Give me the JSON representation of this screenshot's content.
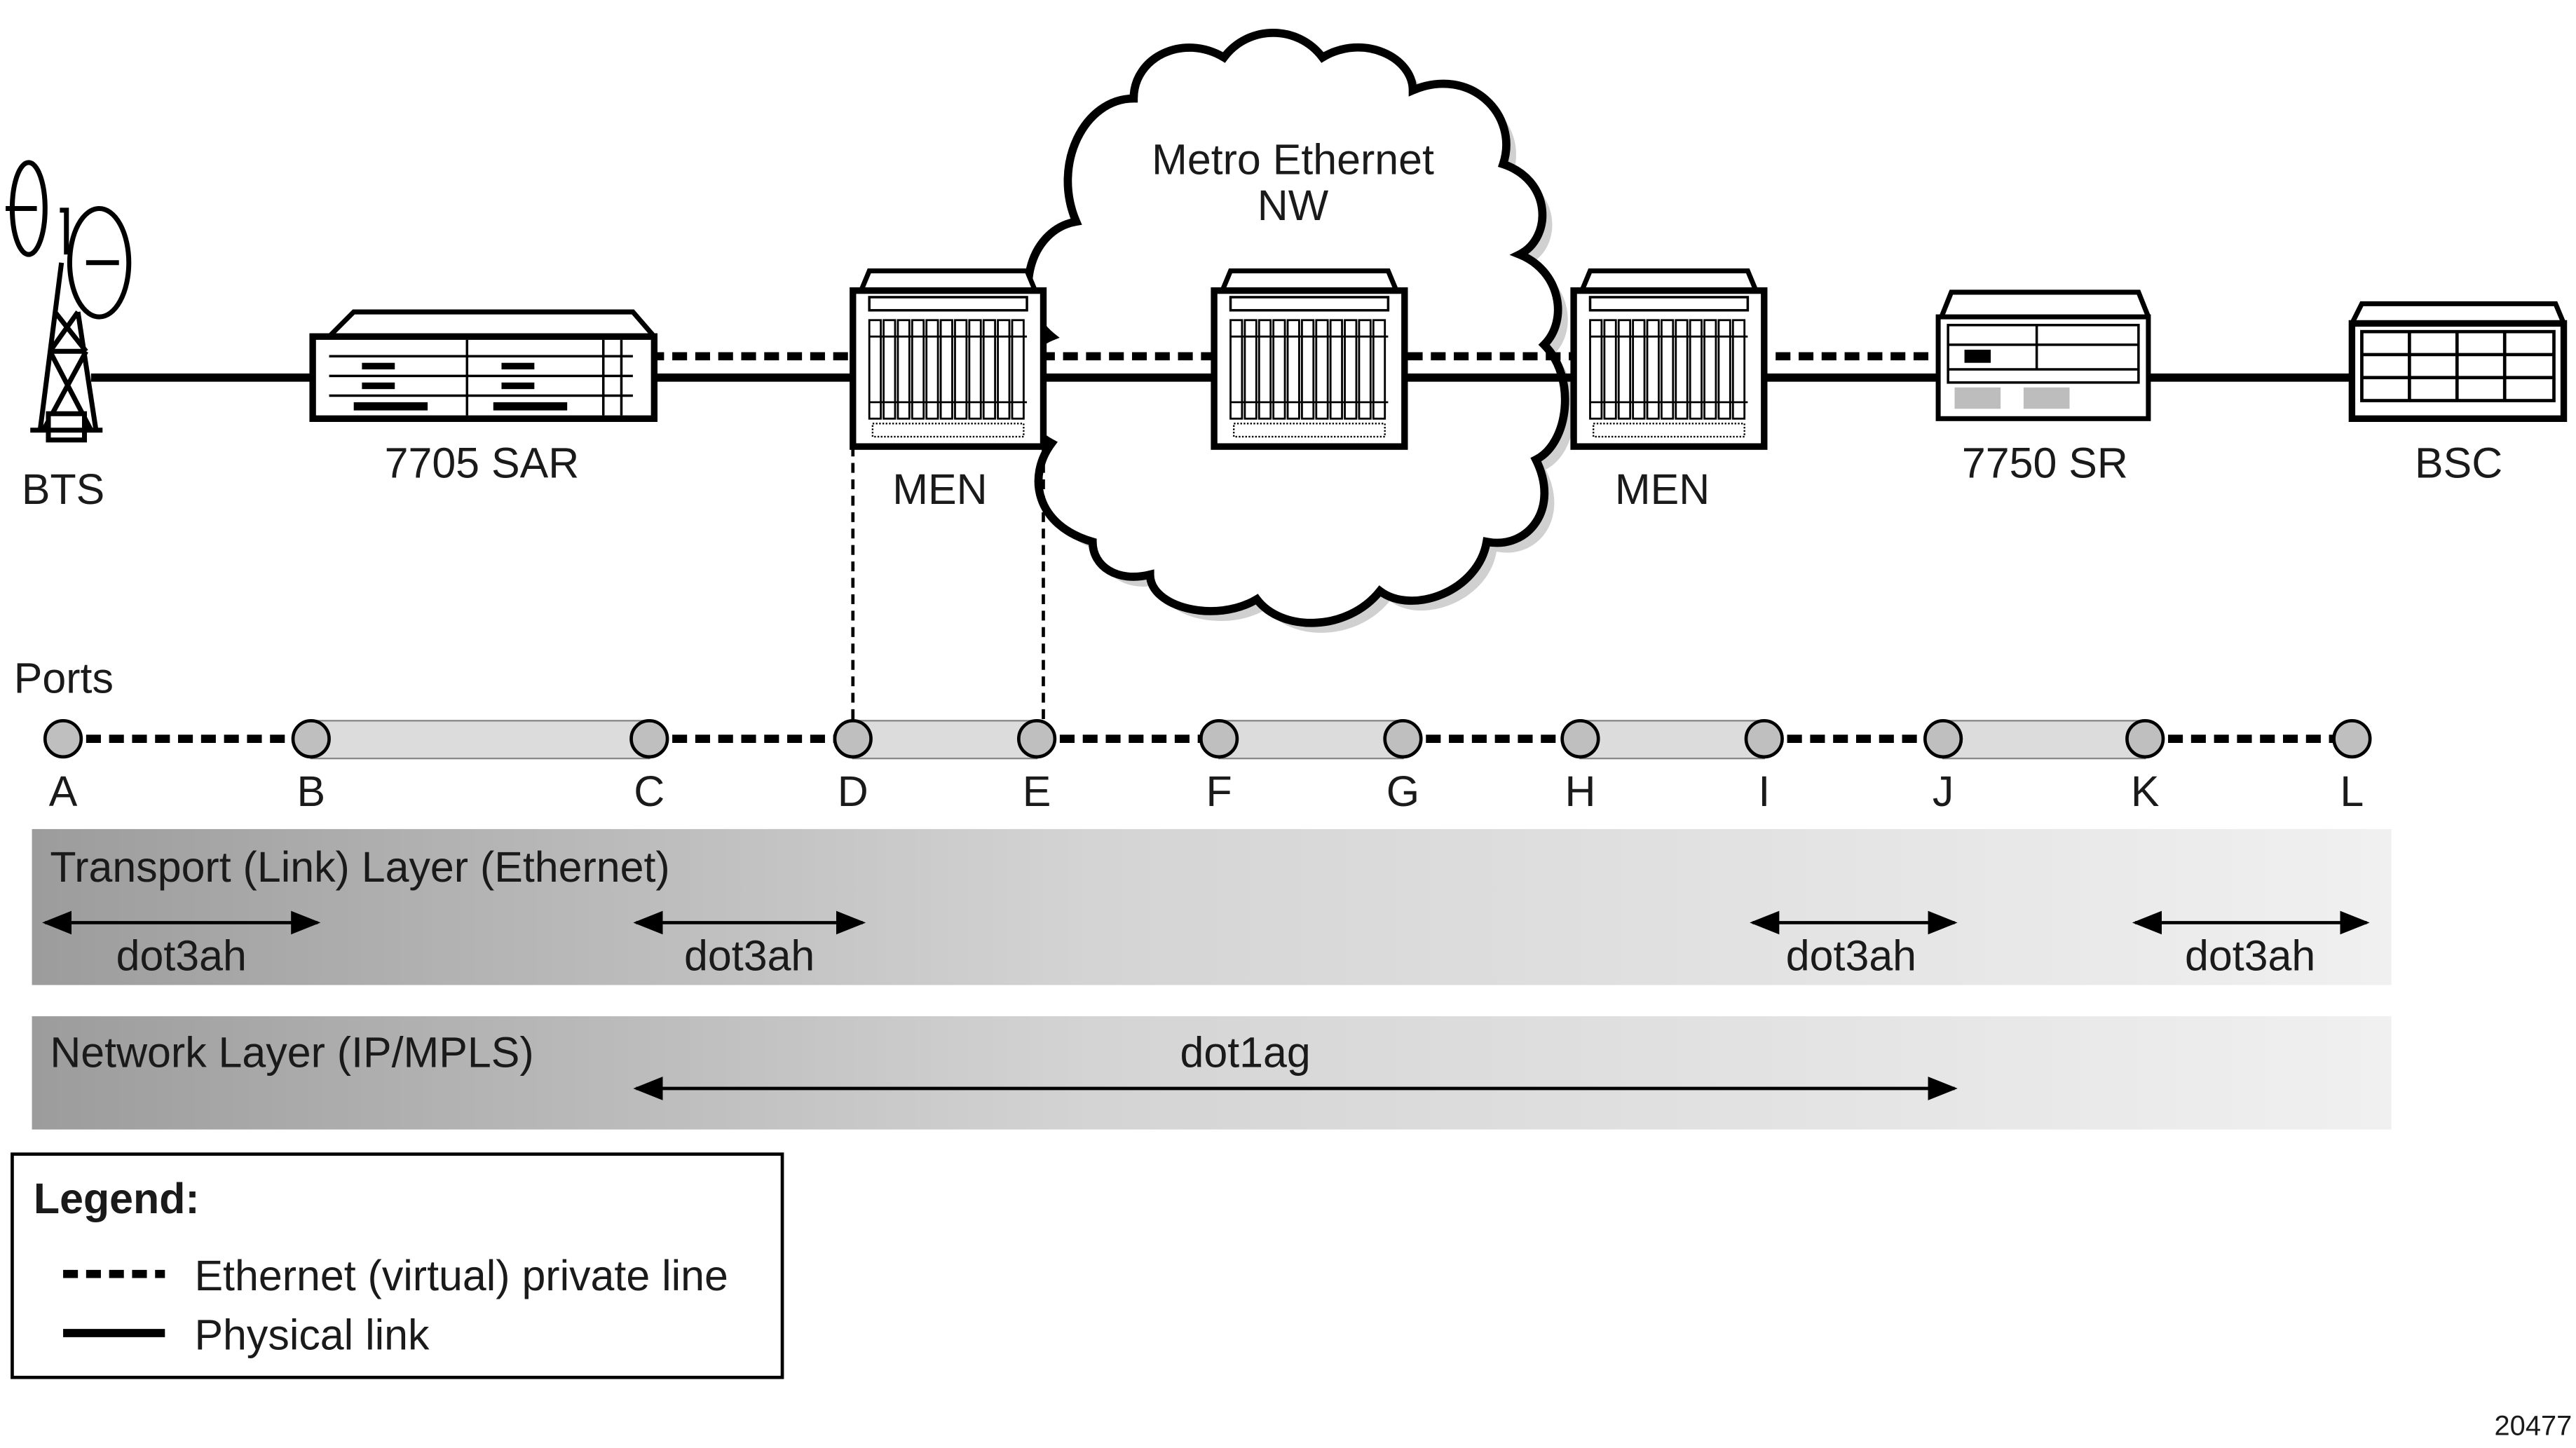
{
  "devices": {
    "bts": "BTS",
    "sar": "7705 SAR",
    "men_left": "MEN",
    "men_right": "MEN",
    "sr": "7750 SR",
    "bsc": "BSC"
  },
  "cloud": {
    "line1": "Metro Ethernet",
    "line2": "NW"
  },
  "ports": {
    "title": "Ports",
    "labels": [
      "A",
      "B",
      "C",
      "D",
      "E",
      "F",
      "G",
      "H",
      "I",
      "J",
      "K",
      "L"
    ]
  },
  "layers": {
    "transport": {
      "title": "Transport (Link) Layer (Ethernet)",
      "arrows": [
        "dot3ah",
        "dot3ah",
        "dot3ah",
        "dot3ah"
      ]
    },
    "network": {
      "title": "Network Layer (IP/MPLS)",
      "arrow": "dot1ag"
    }
  },
  "legend": {
    "title": "Legend:",
    "items": [
      {
        "style": "dashed",
        "label": "Ethernet (virtual) private line"
      },
      {
        "style": "solid",
        "label": "Physical link"
      }
    ]
  },
  "figure_id": "20477",
  "colors": {
    "line": "#000000",
    "port": "#bfbfbf",
    "bar_dark": "#a0a0a0",
    "bar_light": "#f0f0f0"
  }
}
